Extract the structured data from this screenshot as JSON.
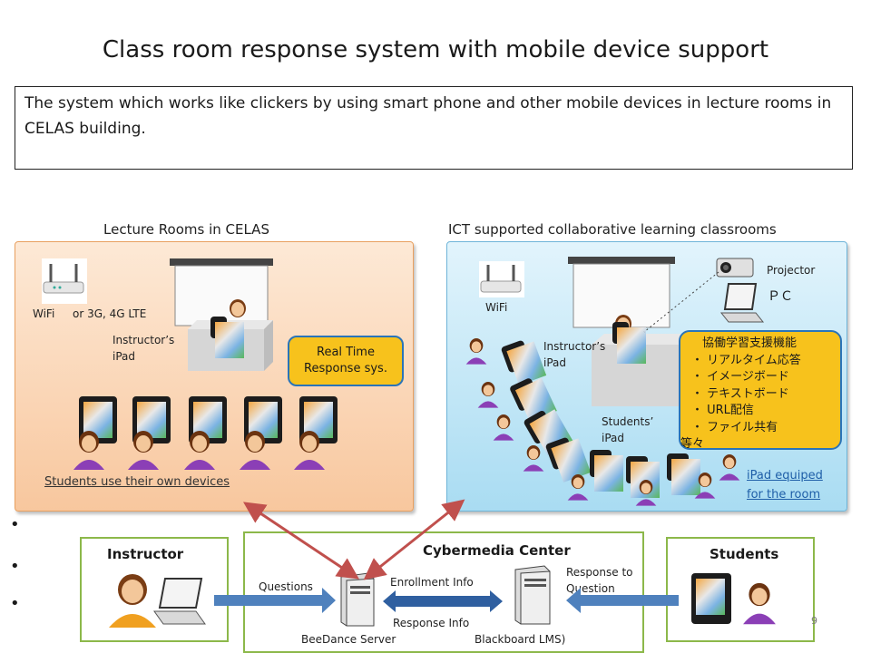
{
  "title": "Class room response system with mobile device support",
  "description": "The system which works like clickers by using smart phone and other mobile devices in lecture rooms in CELAS building.",
  "left_section": {
    "heading": "Lecture Rooms in CELAS",
    "wifi_label": "WiFi",
    "network_label": "or  3G, 4G LTE",
    "instructor_ipad": "Instructor’s\niPad",
    "realtime_box": "Real Time\nResponse sys.",
    "footer": "Students use their own devices"
  },
  "right_section": {
    "heading": "ICT supported collaborative learning classrooms",
    "wifi_label": "WiFi",
    "projector_label": "Projector",
    "pc_label": "ＰＣ",
    "instructor_ipad": "Instructor’s\niPad",
    "students_ipad": "Students’\niPad",
    "features_box": [
      "協働学習支援機能",
      "・ リアルタイム応答",
      "・ イメージボード",
      "・ テキストボード",
      "・ URL配信",
      "・ ファイル共有",
      "等々"
    ],
    "footer_line1": "iPad equiped",
    "footer_line2": "for the room"
  },
  "bottom": {
    "instructor_label": "Instructor",
    "center_label": "Cybermedia Center",
    "students_label": "Students",
    "questions": "Questions",
    "enrollment_info": "Enrollment Info",
    "response_info": "Response Info",
    "response_to_question": "Response to\nQuestion",
    "beedance_server": "BeeDance Server",
    "blackboard": "Blackboard LMS)",
    "page_number": "9"
  },
  "colors": {
    "orange_panel": "#f8c79e",
    "blue_panel": "#a9dcf2",
    "yellow_box": "#f7c21c",
    "blue_border": "#2a74b8",
    "green_border": "#8cb84a",
    "red_arrow": "#c0504d",
    "blue_arrow": "#4f81bd"
  }
}
